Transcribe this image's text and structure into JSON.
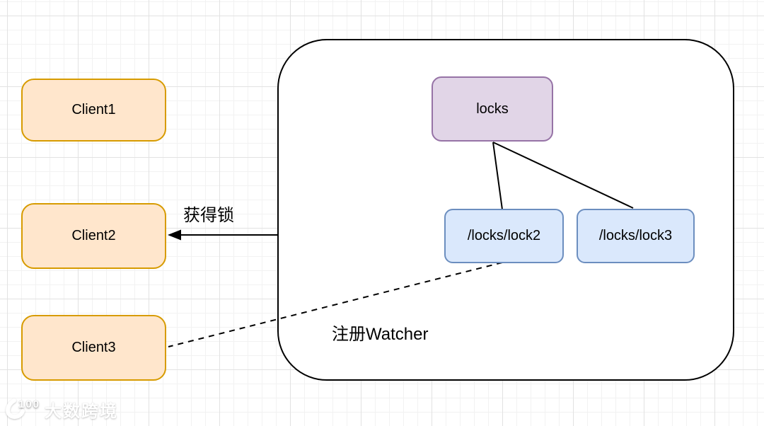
{
  "colors": {
    "canvas-bg": "#ffffff",
    "grid-minor": "#f2f2f2",
    "grid-major": "#e2e2e2",
    "container-border": "#000000",
    "client-fill": "#ffe6cc",
    "client-border": "#d79b00",
    "locks-fill": "#e1d5e7",
    "locks-border": "#9673a6",
    "lock-node-fill": "#dae8fc",
    "lock-node-border": "#6c8ebf",
    "edge-color": "#000000",
    "text-color": "#000000",
    "watermark-color": "#ffffff"
  },
  "diagram": {
    "clients": [
      {
        "label": "Client1"
      },
      {
        "label": "Client2"
      },
      {
        "label": "Client3"
      }
    ],
    "zookeeper": {
      "root": {
        "label": "locks"
      },
      "children": [
        {
          "label": "/locks/lock2"
        },
        {
          "label": "/locks/lock3"
        }
      ]
    },
    "edges": {
      "acquire_lock": {
        "label": "获得锁"
      },
      "register_watcher": {
        "label": "注册Watcher"
      }
    }
  },
  "watermark": {
    "icon_text": "100",
    "brand": "大数跨境"
  }
}
